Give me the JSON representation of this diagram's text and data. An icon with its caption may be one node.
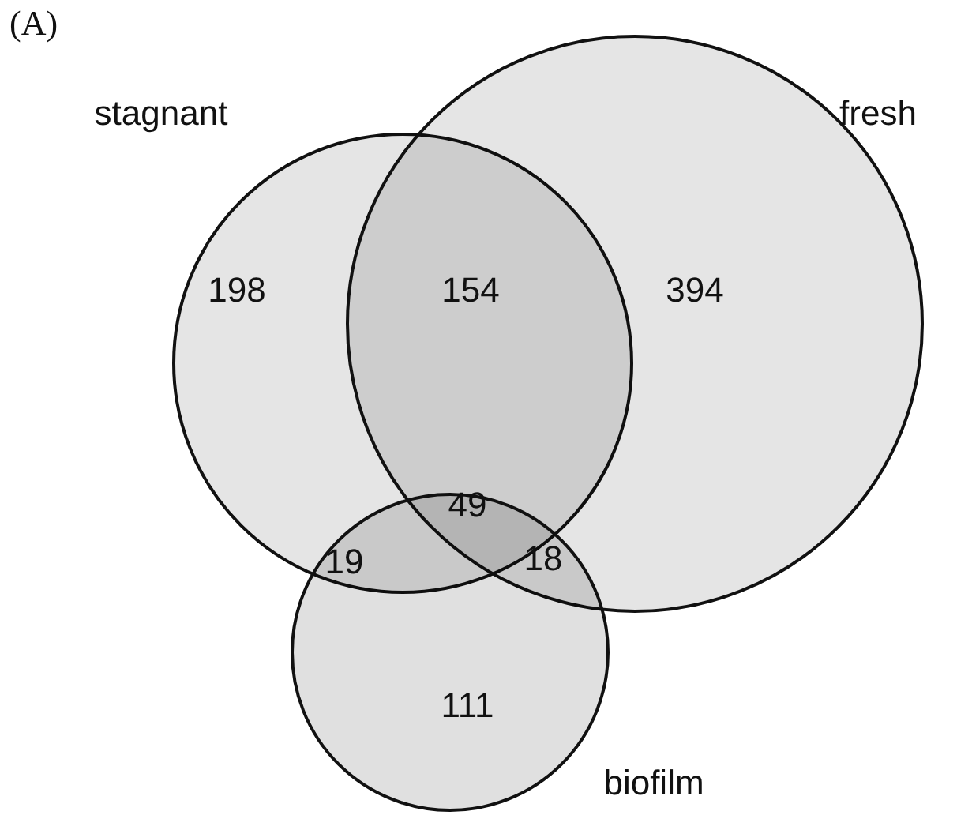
{
  "diagram": {
    "nodes": [
      {
        "text": [
          "stagnant",
          "198"
        ]
      },
      {
        "text": [
          "fresh",
          "394"
        ]
      },
      {
        "text": [
          "biofilm",
          "111"
        ]
      }
    ],
    "labels": [
      "(A)",
      "154",
      "49",
      "19",
      "18"
    ]
  }
}
